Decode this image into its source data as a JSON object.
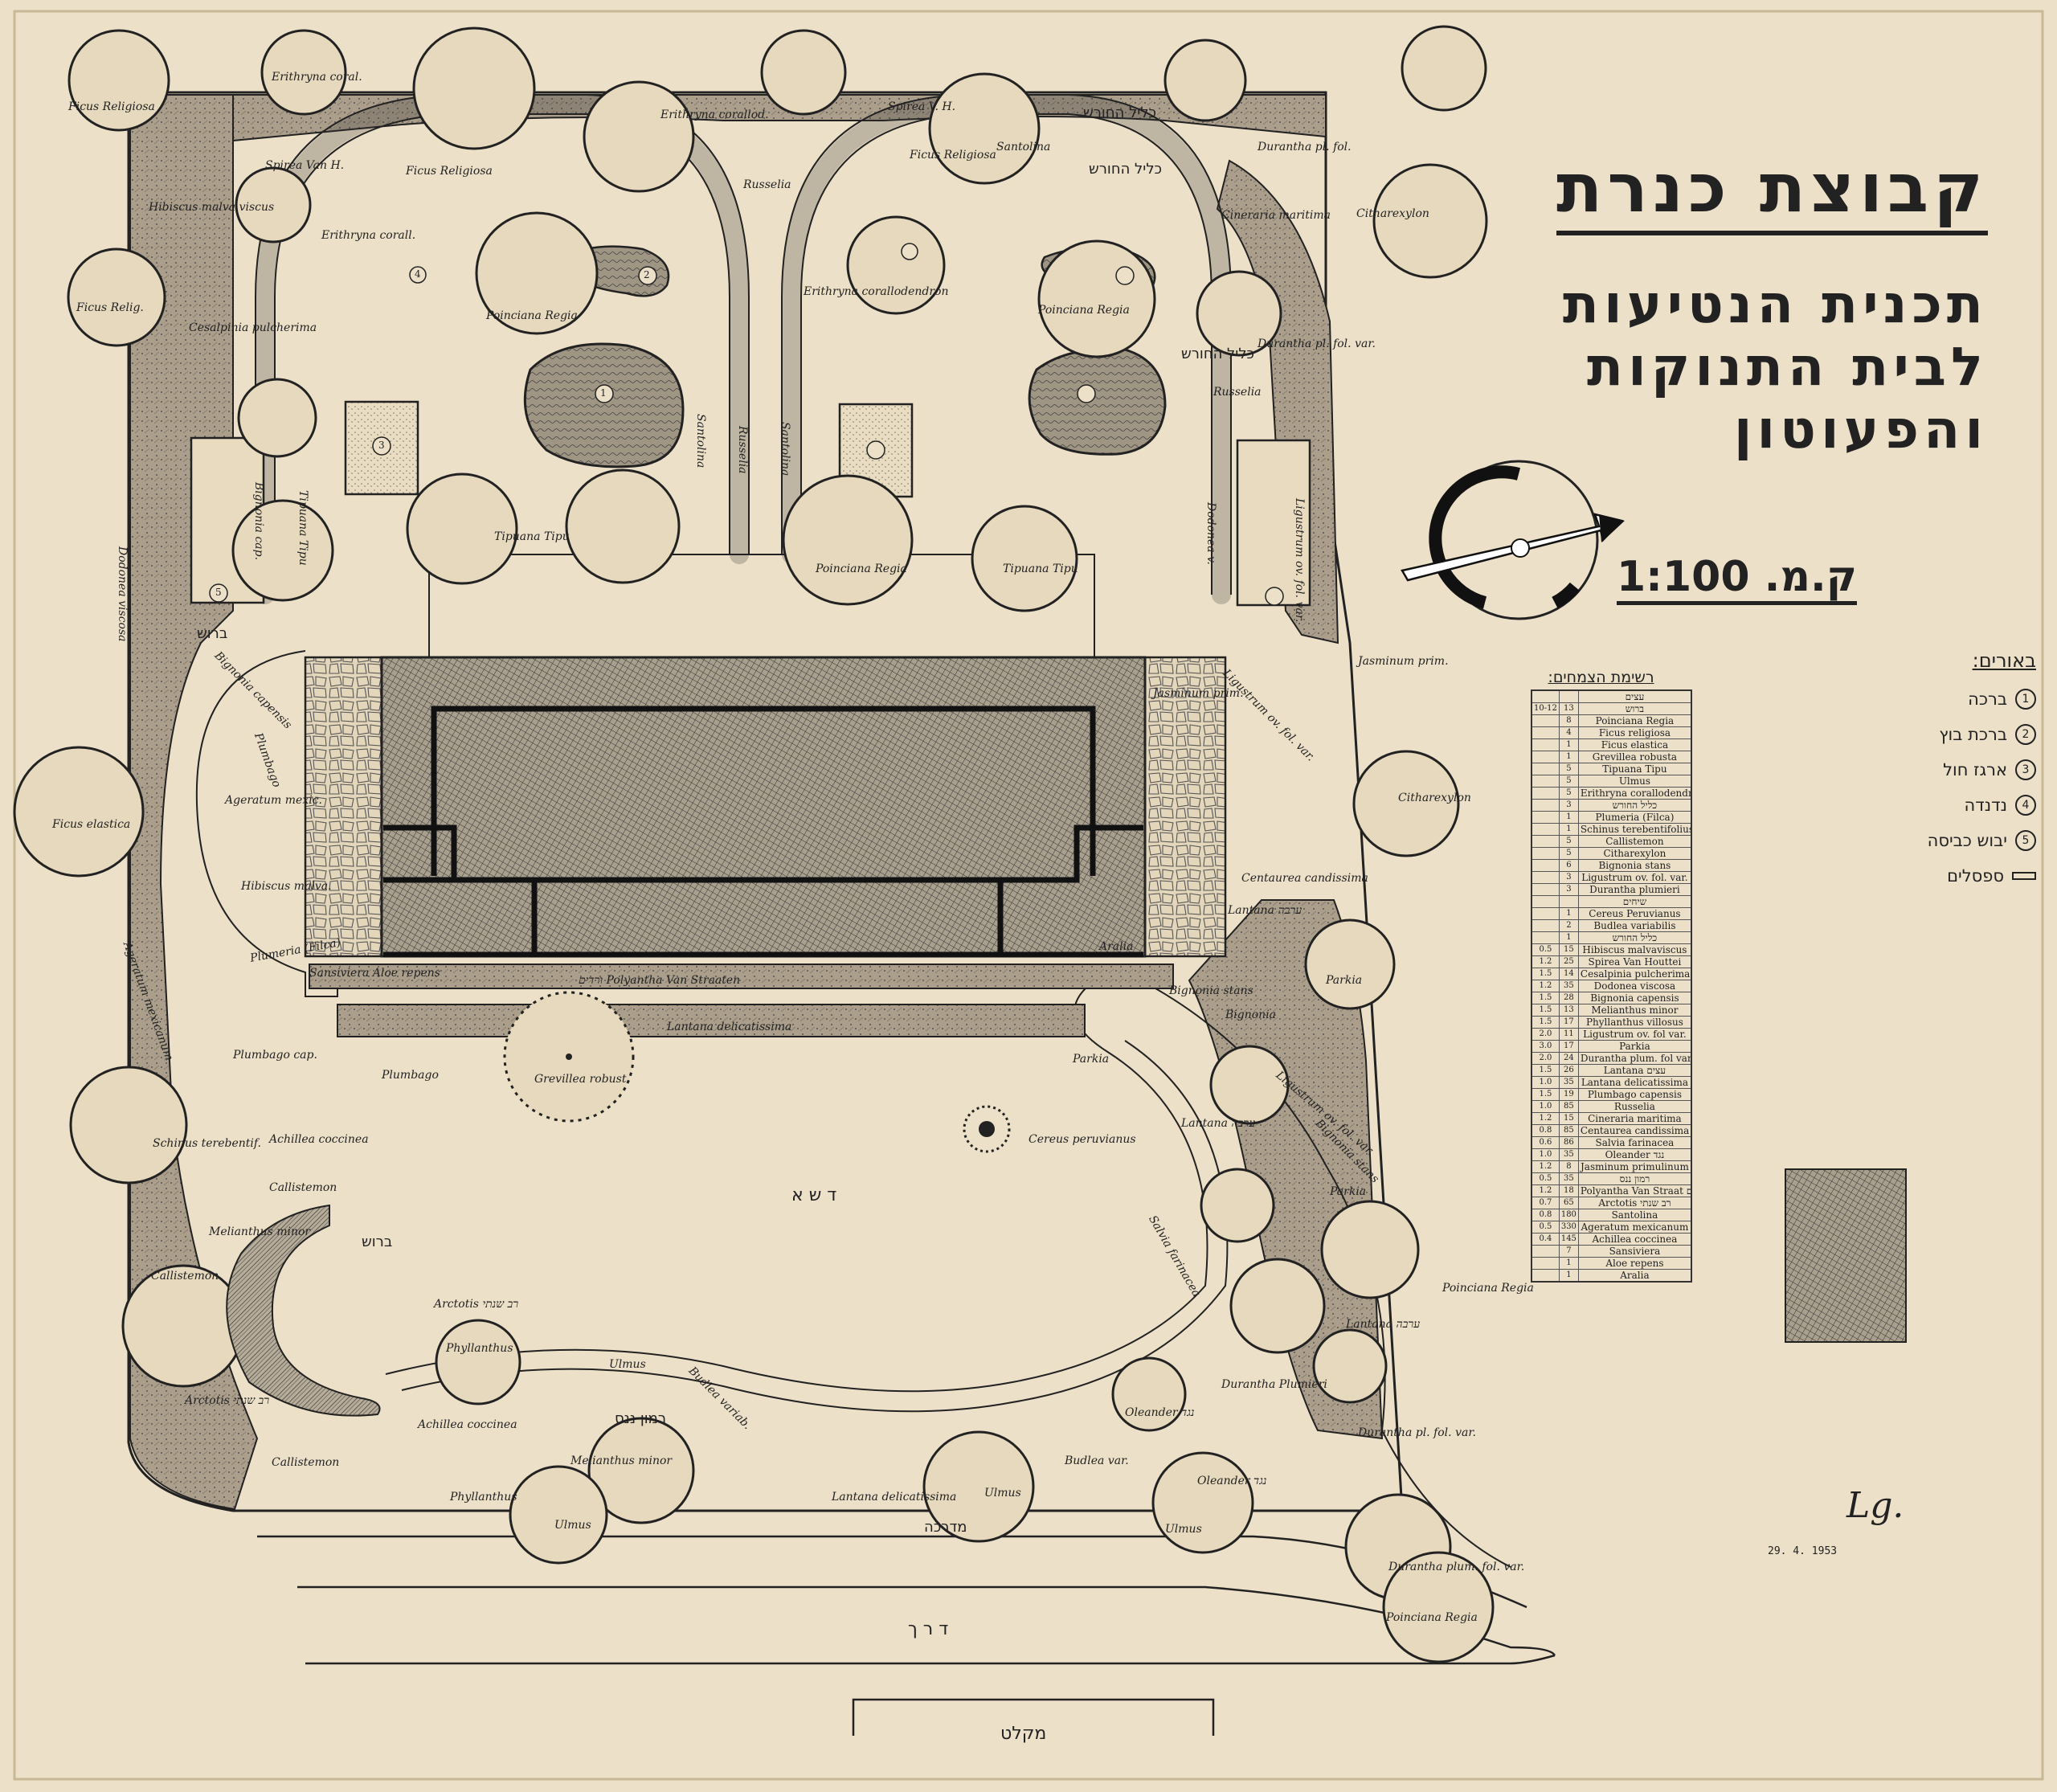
{
  "title": "קבוצת כנרת",
  "subtitle_lines": [
    "תכנית הנטיעות",
    "לבית התנוקות",
    "והפעוטון"
  ],
  "scale": "ק.מ. 1:100",
  "legend": {
    "header": "באורים:",
    "items": [
      {
        "num": "1",
        "label": "ברכה"
      },
      {
        "num": "2",
        "label": "ברכת בוץ"
      },
      {
        "num": "3",
        "label": "ארגז חול"
      },
      {
        "num": "4",
        "label": "נדנדה"
      },
      {
        "num": "5",
        "label": "יבוש כביסה"
      }
    ],
    "bench_label": "ספסלים"
  },
  "plant_list": {
    "header": "רשימת הצמחים:",
    "col_headers": [
      "",
      "",
      "עצים"
    ],
    "rows": [
      [
        "",
        "",
        "עצים"
      ],
      [
        "10-12",
        "13",
        "ברוש"
      ],
      [
        "",
        "8",
        "Poinciana Regia"
      ],
      [
        "",
        "4",
        "Ficus religiosa"
      ],
      [
        "",
        "1",
        "Ficus elastica"
      ],
      [
        "",
        "1",
        "Grevillea robusta"
      ],
      [
        "",
        "5",
        "Tipuana Tipu"
      ],
      [
        "",
        "5",
        "Ulmus"
      ],
      [
        "",
        "5",
        "Erithryna corallodendron"
      ],
      [
        "",
        "3",
        "כליל החורש"
      ],
      [
        "",
        "1",
        "Plumeria (Filca)"
      ],
      [
        "",
        "1",
        "Schinus terebentifolius"
      ],
      [
        "",
        "5",
        "Callistemon"
      ],
      [
        "",
        "5",
        "Citharexylon"
      ],
      [
        "",
        "6",
        "Bignonia stans"
      ],
      [
        "",
        "3",
        "Ligustrum ov. fol. var."
      ],
      [
        "",
        "3",
        "Durantha plumieri"
      ],
      [
        "",
        "",
        "שיחים"
      ],
      [
        "",
        "1",
        "Cereus Peruvianus"
      ],
      [
        "",
        "2",
        "Budlea variabilis"
      ],
      [
        "",
        "1",
        "כליל החורש"
      ],
      [
        "0.5",
        "15",
        "Hibiscus malvaviscus"
      ],
      [
        "1.2",
        "25",
        "Spirea Van Houttei"
      ],
      [
        "1.5",
        "14",
        "Cesalpinia pulcherima"
      ],
      [
        "1.2",
        "35",
        "Dodonea viscosa"
      ],
      [
        "1.5",
        "28",
        "Bignonia capensis"
      ],
      [
        "1.5",
        "13",
        "Melianthus minor"
      ],
      [
        "1.5",
        "17",
        "Phyllanthus villosus"
      ],
      [
        "2.0",
        "11",
        "Ligustrum ov. fol var."
      ],
      [
        "3.0",
        "17",
        "Parkia"
      ],
      [
        "2.0",
        "24",
        "Durantha plum. fol var."
      ],
      [
        "1.5",
        "26",
        "Lantana עצים"
      ],
      [
        "1.0",
        "35",
        "Lantana delicatissima"
      ],
      [
        "1.5",
        "19",
        "Plumbago capensis"
      ],
      [
        "1.0",
        "85",
        "Russelia"
      ],
      [
        "1.2",
        "15",
        "Cineraria maritima"
      ],
      [
        "0.8",
        "85",
        "Centaurea candissima"
      ],
      [
        "0.6",
        "86",
        "Salvia farinacea"
      ],
      [
        "1.0",
        "35",
        "Oleander נגד"
      ],
      [
        "1.2",
        "8",
        "Jasminum primulinum"
      ],
      [
        "0.5",
        "35",
        "רמון ננס"
      ],
      [
        "1.2",
        "18",
        "Polyantha Van Straat ורדים"
      ],
      [
        "0.7",
        "65",
        "Arctotis רב שנתי"
      ],
      [
        "0.8",
        "180",
        "Santolina"
      ],
      [
        "0.5",
        "330",
        "Ageratum mexicanum"
      ],
      [
        "0.4",
        "145",
        "Achillea coccinea"
      ],
      [
        "",
        "7",
        "Sansiviera"
      ],
      [
        "",
        "1",
        "Aloe repens"
      ],
      [
        "",
        "1",
        "Aralia"
      ]
    ]
  },
  "plan_labels": {
    "ficus_religiosa_tl": "Ficus Religiosa",
    "erithryna_coral_top": "Erithryna coral.",
    "spirea_vh_left": "Spirea Van H.",
    "hibiscus_malva": "Hibiscus malva viscus",
    "erithryna_coral_2": "Erithryna corall.",
    "ficus_relig_left": "Ficus Relig.",
    "cesalpinia": "Cesalpinia pulcherima",
    "ficus_religiosa_1": "Ficus Religiosa",
    "erithryna_corallod": "Erithryna corallod.",
    "russelia_top": "Russelia",
    "spirea_vh_right": "Spirea V. H.",
    "santolina_top": "Santolina",
    "ficus_religiosa_2": "Ficus Religiosa",
    "kalil_top": "כליל החורש",
    "kalil_2": "כליל החורש",
    "durantha_top": "Durantha pl. fol.",
    "cineraria": "Cineraria maritima",
    "citharexylon_1": "Citharexylon",
    "poinciana_regia_1": "Poinciana Regia",
    "erithryna_corall_c": "Erithryna corallodendron",
    "poinciana_regia_2": "Poinciana Regia",
    "kalil_3": "כליל החורש",
    "durantha_2": "Durantha pl. fol. var.",
    "russelia_r": "Russelia",
    "bignonia_cap_v": "Bignonia cap.",
    "tipuana_tipu_v": "Tipuana Tipu",
    "dodonea_viscosa_l": "Dodonea viscosa",
    "santolina_v1": "Santolina",
    "russelia_v": "Russelia",
    "santolina_v2": "Santolina",
    "dodonea_viscosa_r": "Dodonea v.",
    "ligustrum_v": "Ligustrum ov. fol. var.",
    "tipuana_tipu_1": "Tipuana Tipu",
    "poinciana_regia_3": "Poinciana Regia",
    "tipuana_tipu_2": "Tipuana Tipu",
    "jasminum_prim": "Jasminum prim.",
    "ligustrum_2": "Ligustrum ov. fol. var.",
    "citharexylon_2": "Citharexylon",
    "brosh": "ברוש",
    "bignonia_capensis": "Bignonia capensis",
    "plumbago_1": "Plumbago",
    "ficus_elastica": "Ficus elastica",
    "ageratum_mexic": "Ageratum mexic.",
    "hibiscus_malva_2": "Hibiscus malva.",
    "jasminum_prim_2": "Jasminum prim.",
    "centaurea": "Centaurea candissima",
    "lantana_1": "Lantana ערבה",
    "ageratum_mexicanum": "Ageratum mexicanum",
    "plumeria_filca": "Plumeria (Filca)",
    "sansiviera_aloe": "Sansiviera Aloe repens",
    "aralia": "Aralia",
    "bignonia_stans": "Bignonia stans",
    "polyantha": "ורדים Polyantha Van Straaten",
    "lantana_delic_1": "Lantana delicatissima",
    "parkia_1": "Parkia",
    "bignonia_2": "Bignonia",
    "plumbago_cap": "Plumbago cap.",
    "plumbago_2": "Plumbago",
    "grevillea": "Grevillea robust.",
    "parkia_2": "Parkia",
    "ligustrum_3": "Ligustrum ov. fol. var.",
    "schinus": "Schinus terebentif.",
    "achillea_coccinea": "Achillea coccinea",
    "cereus": "Cereus peruvianus",
    "lantana_2": "Lantana ערבה",
    "bignonia_stans_2": "Bignonia stans",
    "callistemon_1": "Callistemon",
    "deshe": "ד ש א",
    "salvia": "Salvia farinacea",
    "parkia_3": "Parkia",
    "melianthus_1": "Melianthus minor",
    "brosh_2": "ברוש",
    "callistemon_2": "Callistemon",
    "arctotis_1": "Arctotis רב שנתי",
    "poinciana_regia_4": "Poinciana Regia",
    "lantana_3": "Lantana ערבה",
    "phyllanthus_1": "Phyllanthus",
    "ulmus_1": "Ulmus",
    "budlea_var": "Budlea variab.",
    "arctotis_2": "Arctotis רב שנתי",
    "rimon_nanas": "רמון ננס",
    "oleander_1": "Oleander נגד",
    "durantha_plumieri": "Durantha Plumieri",
    "achillea_2": "Achillea coccinea",
    "callistemon_3": "Callistemon",
    "melianthus_2": "Melianthus minor",
    "durantha_pl_fol": "Durantha pl. fol. var.",
    "phyllanthus_2": "Phyllanthus",
    "budlea_2": "Budlea var.",
    "oleander_2": "Oleander נגד",
    "lantana_delic_2": "Lantana delicatissima",
    "ulmus_2": "Ulmus",
    "ulmus_3": "Ulmus",
    "midracha": "מדרכה",
    "ulmus_4": "Ulmus",
    "durantha_plum_fol": "Durantha plum. fol. var.",
    "poinciana_regia_5": "Poinciana Regia",
    "derech": "ד ר ך",
    "miklat": "מקלט",
    "cell_1": "1",
    "cell_2": "2",
    "cell_3": "3",
    "cell_4": "4",
    "cell_5": "5"
  },
  "signature": "Lg.",
  "date": "29. 4. 1953"
}
